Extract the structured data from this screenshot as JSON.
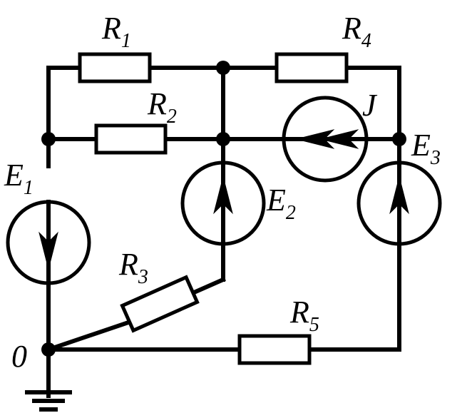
{
  "labels": {
    "R1": {
      "main": "R",
      "sub": "1"
    },
    "R2": {
      "main": "R",
      "sub": "2"
    },
    "R3": {
      "main": "R",
      "sub": "3"
    },
    "R4": {
      "main": "R",
      "sub": "4"
    },
    "R5": {
      "main": "R",
      "sub": "5"
    },
    "E1": {
      "main": "E",
      "sub": "1"
    },
    "E2": {
      "main": "E",
      "sub": "2"
    },
    "E3": {
      "main": "E",
      "sub": "3"
    },
    "J": "J",
    "ground_node": "0"
  },
  "colors": {
    "line": "#000000",
    "background": "#ffffff"
  }
}
